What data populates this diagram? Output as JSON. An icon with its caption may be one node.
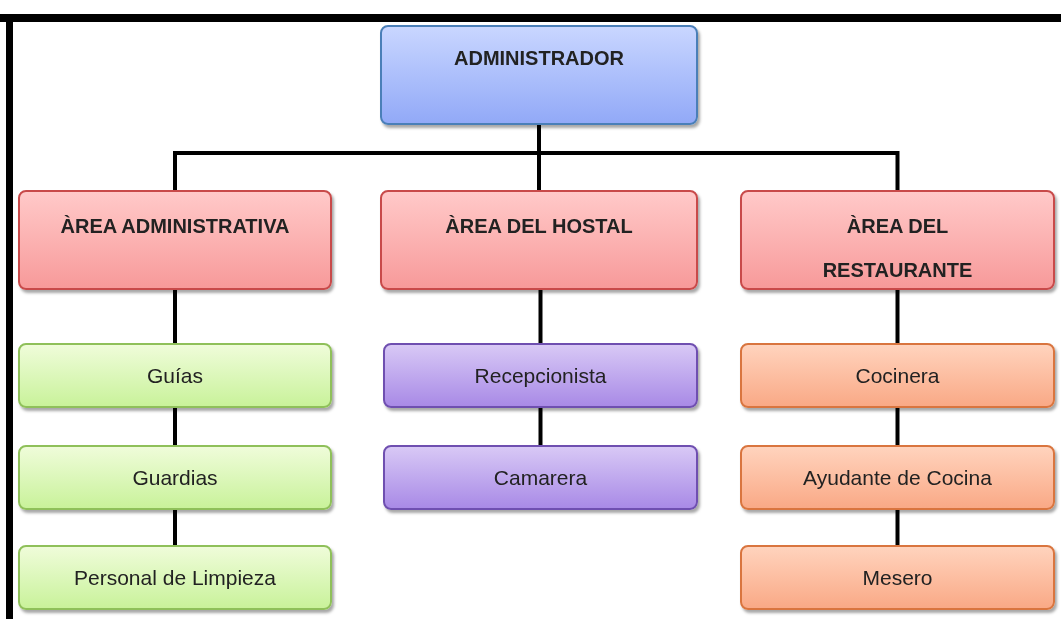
{
  "diagram": {
    "nodes": [
      {
        "text": [
          "ADMINISTRADOR"
        ]
      },
      {
        "text": [
          "ÀREA ADMINISTRATIVA"
        ]
      },
      {
        "text": [
          "ÀREA DEL HOSTAL"
        ]
      },
      {
        "text": [
          "ÀREA DEL RESTAURANTE"
        ]
      },
      {
        "text": [
          "Guías"
        ]
      },
      {
        "text": [
          "Guardias"
        ]
      },
      {
        "text": [
          "Personal de Limpieza"
        ]
      },
      {
        "text": [
          "Recepcionista"
        ]
      },
      {
        "text": [
          "Camarera"
        ]
      },
      {
        "text": [
          "Cocinera"
        ]
      },
      {
        "text": [
          "Ayudante de Cocina"
        ]
      },
      {
        "text": [
          "Mesero"
        ]
      }
    ],
    "edges": [
      {
        "from": 0,
        "to": 1,
        "arrow": "none"
      },
      {
        "from": 0,
        "to": 2,
        "arrow": "none"
      },
      {
        "from": 0,
        "to": 3,
        "arrow": "none"
      },
      {
        "from": 1,
        "to": 4,
        "arrow": "none"
      },
      {
        "from": 4,
        "to": 5,
        "arrow": "none"
      },
      {
        "from": 5,
        "to": 6,
        "arrow": "none"
      },
      {
        "from": 2,
        "to": 7,
        "arrow": "none"
      },
      {
        "from": 7,
        "to": 8,
        "arrow": "none"
      },
      {
        "from": 3,
        "to": 9,
        "arrow": "none"
      },
      {
        "from": 9,
        "to": 10,
        "arrow": "none"
      },
      {
        "from": 10,
        "to": 11,
        "arrow": "none"
      }
    ]
  }
}
